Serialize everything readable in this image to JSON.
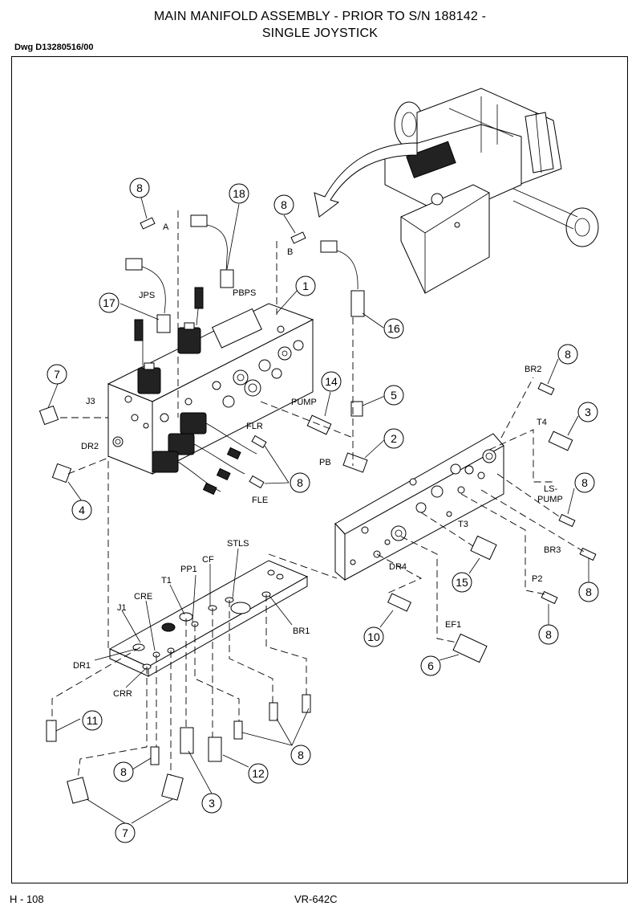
{
  "header": {
    "title_line1": "MAIN MANIFOLD ASSEMBLY - PRIOR TO S/N 188142 -",
    "title_line2": "SINGLE JOYSTICK",
    "drawing_number": "Dwg D13280516/00"
  },
  "footer": {
    "page": "H - 108",
    "model": "VR-642C"
  },
  "port_labels": {
    "A": "A",
    "B": "B",
    "JPS": "JPS",
    "PBPS": "PBPS",
    "J3": "J3",
    "DR2": "DR2",
    "PUMP": "PUMP",
    "FLR": "FLR",
    "PB": "PB",
    "FLE": "FLE",
    "BR2": "BR2",
    "T4": "T4",
    "LS_PUMP_1": "LS-",
    "LS_PUMP_2": "PUMP",
    "T3": "T3",
    "BR3": "BR3",
    "DR4": "DR4",
    "P2": "P2",
    "EF1": "EF1",
    "STLS": "STLS",
    "CF": "CF",
    "PP1": "PP1",
    "T1": "T1",
    "CRE": "CRE",
    "J1": "J1",
    "BR1": "BR1",
    "DR1": "DR1",
    "CRR": "CRR"
  },
  "callouts": {
    "c8_a": "8",
    "c18": "18",
    "c8_b": "8",
    "c1": "1",
    "c17": "17",
    "c16": "16",
    "c7_top": "7",
    "c14": "14",
    "c5": "5",
    "c8_br2": "8",
    "c2": "2",
    "c3_t4": "3",
    "c8_fle": "8",
    "c4": "4",
    "c8_ls": "8",
    "c15": "15",
    "c8_br3": "8",
    "c10": "10",
    "c8_p2": "8",
    "c6": "6",
    "c11": "11",
    "c8_bottom": "8",
    "c8_left": "8",
    "c12": "12",
    "c3_bottom": "3",
    "c7_bottom": "7"
  }
}
